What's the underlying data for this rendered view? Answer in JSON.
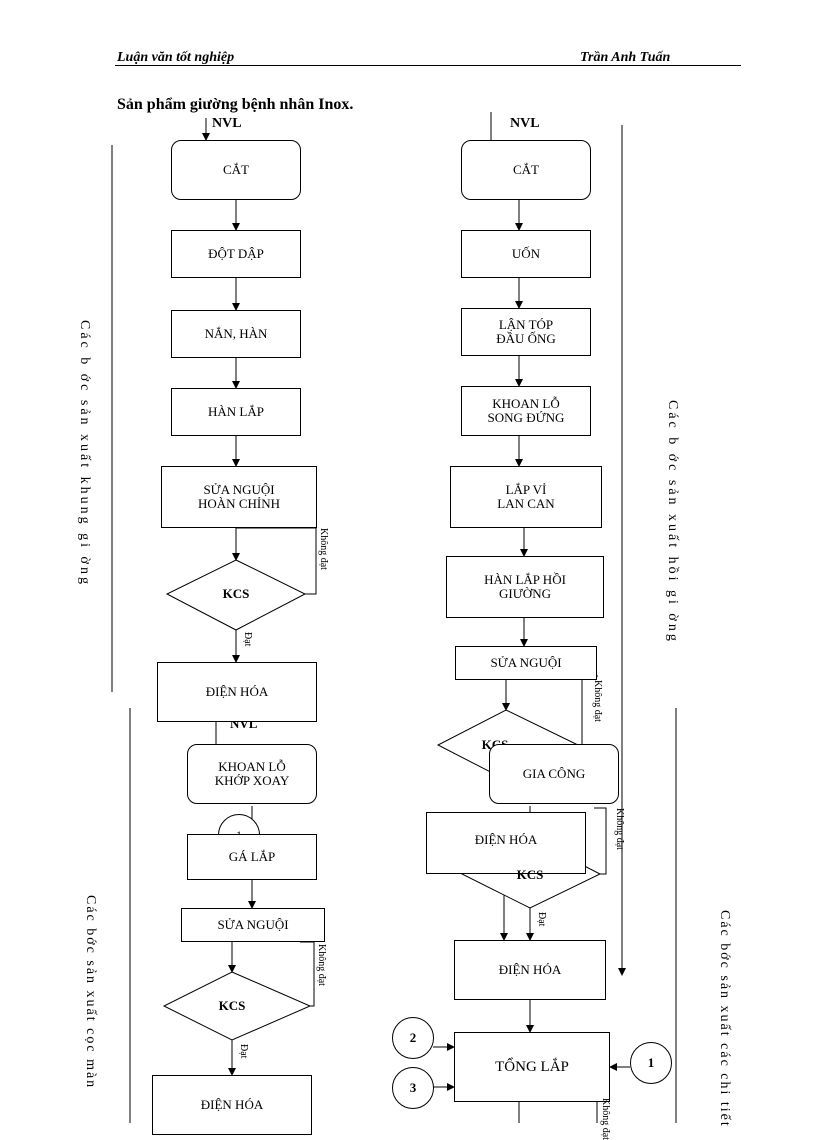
{
  "header": {
    "left": "Luận văn tốt nghiệp",
    "right": "Trần Anh Tuấn"
  },
  "title": "Sản phẩm giường   bệnh nhân Inox.",
  "labels": {
    "nvl": "NVL",
    "dat": "Đạt",
    "khong_dat": "Không đạt"
  },
  "steps": {
    "cat": "CẮT",
    "dot_dap": "ĐỘT DẬP",
    "nan_han": "NẮN, HÀN",
    "han_lap": "HÀN LẮP",
    "sua_nguoi_hoan_chinh": "SỬA NGUỘI\nHOÀN CHỈNH",
    "kcs": "KCS",
    "dien_hoa": "ĐIỆN HÓA",
    "khoan_khop_xoay": "KHOAN LỖ\nKHỚP XOAY",
    "ga_lap": "GÁ LẮP",
    "sua_nguoi": "SỬA NGUỘI",
    "uon": "UỐN",
    "lan_top": "LẬN TÓP\nĐẦU ỐNG",
    "khoan_song_dung": "KHOAN LỖ\nSONG ĐỨNG",
    "lap_vi": "LẮP VỈ\nLAN CAN",
    "han_lap_hoi_giuong": "HÀN LẮP HỒI\nGIƯỜNG",
    "gia_cong": "GIA CÔNG",
    "tong_lap": "TỔNG LẮP"
  },
  "circles": {
    "c1": "1",
    "c2": "2",
    "c3": "3"
  },
  "side_labels": {
    "left_top": "Các b   ớc  sản xuất khung gi  ờng",
    "left_bottom": "Các bớc  sản xuất cọc màn",
    "right_top": "Các b   ớc  sản xuất hồi gi  ờng",
    "right_bottom": "Các bớc  sản xuất các chi tiết"
  }
}
